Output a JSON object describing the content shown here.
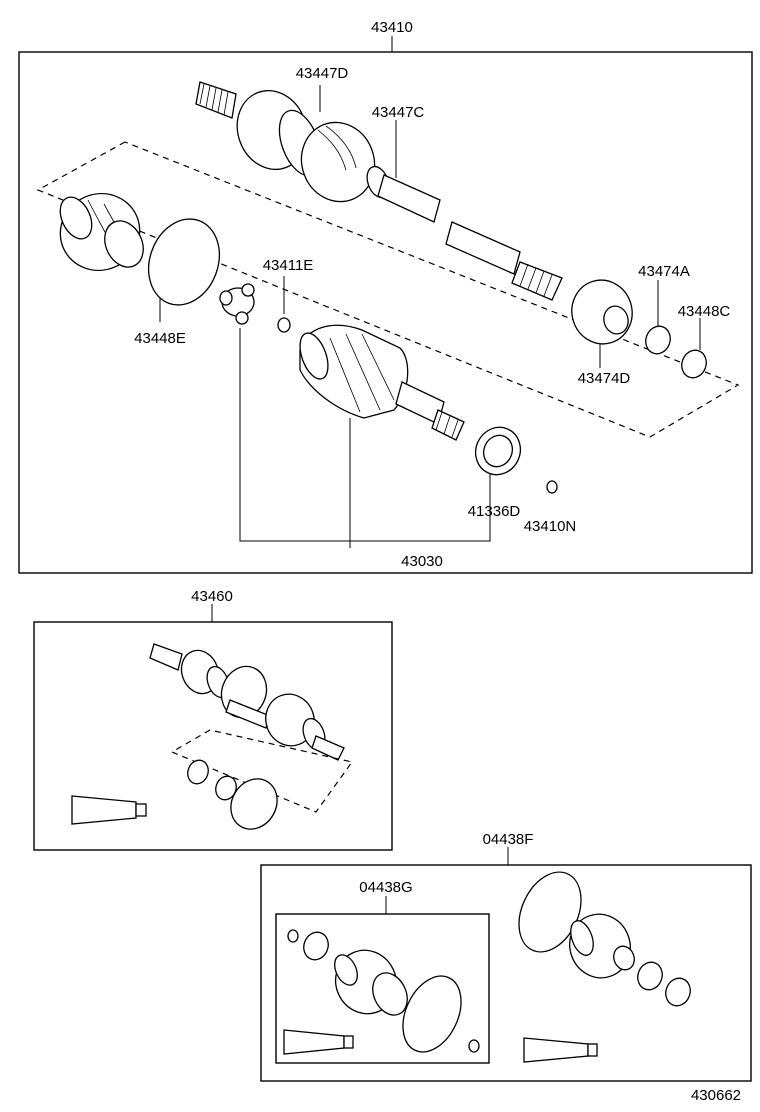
{
  "labels": {
    "l43410": "43410",
    "l43447D": "43447D",
    "l43447C": "43447C",
    "l43411E": "43411E",
    "l43448E": "43448E",
    "l43474A": "43474A",
    "l43448C": "43448C",
    "l43474D": "43474D",
    "l41336D": "41336D",
    "l43410N": "43410N",
    "l43030": "43030",
    "l43460": "43460",
    "l04438F": "04438F",
    "l04438G": "04438G",
    "l430662": "430662"
  }
}
